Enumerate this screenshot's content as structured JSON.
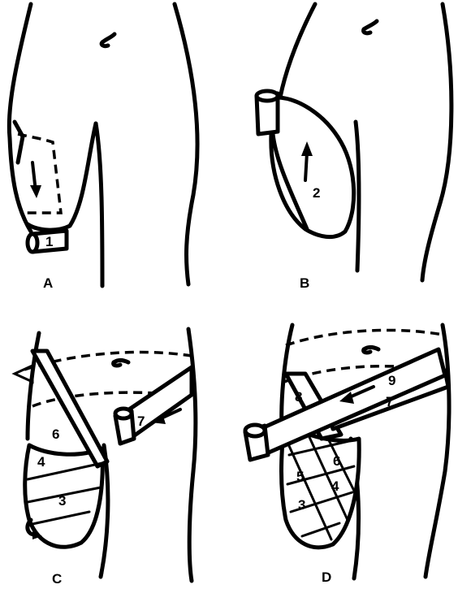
{
  "panels": [
    {
      "label": "A",
      "steps": [
        "1"
      ]
    },
    {
      "label": "B",
      "steps": [
        "2"
      ]
    },
    {
      "label": "C",
      "steps": [
        "3",
        "4",
        "6",
        "7"
      ]
    },
    {
      "label": "D",
      "steps": [
        "3",
        "4",
        "5",
        "6",
        "7",
        "8",
        "9"
      ]
    }
  ]
}
